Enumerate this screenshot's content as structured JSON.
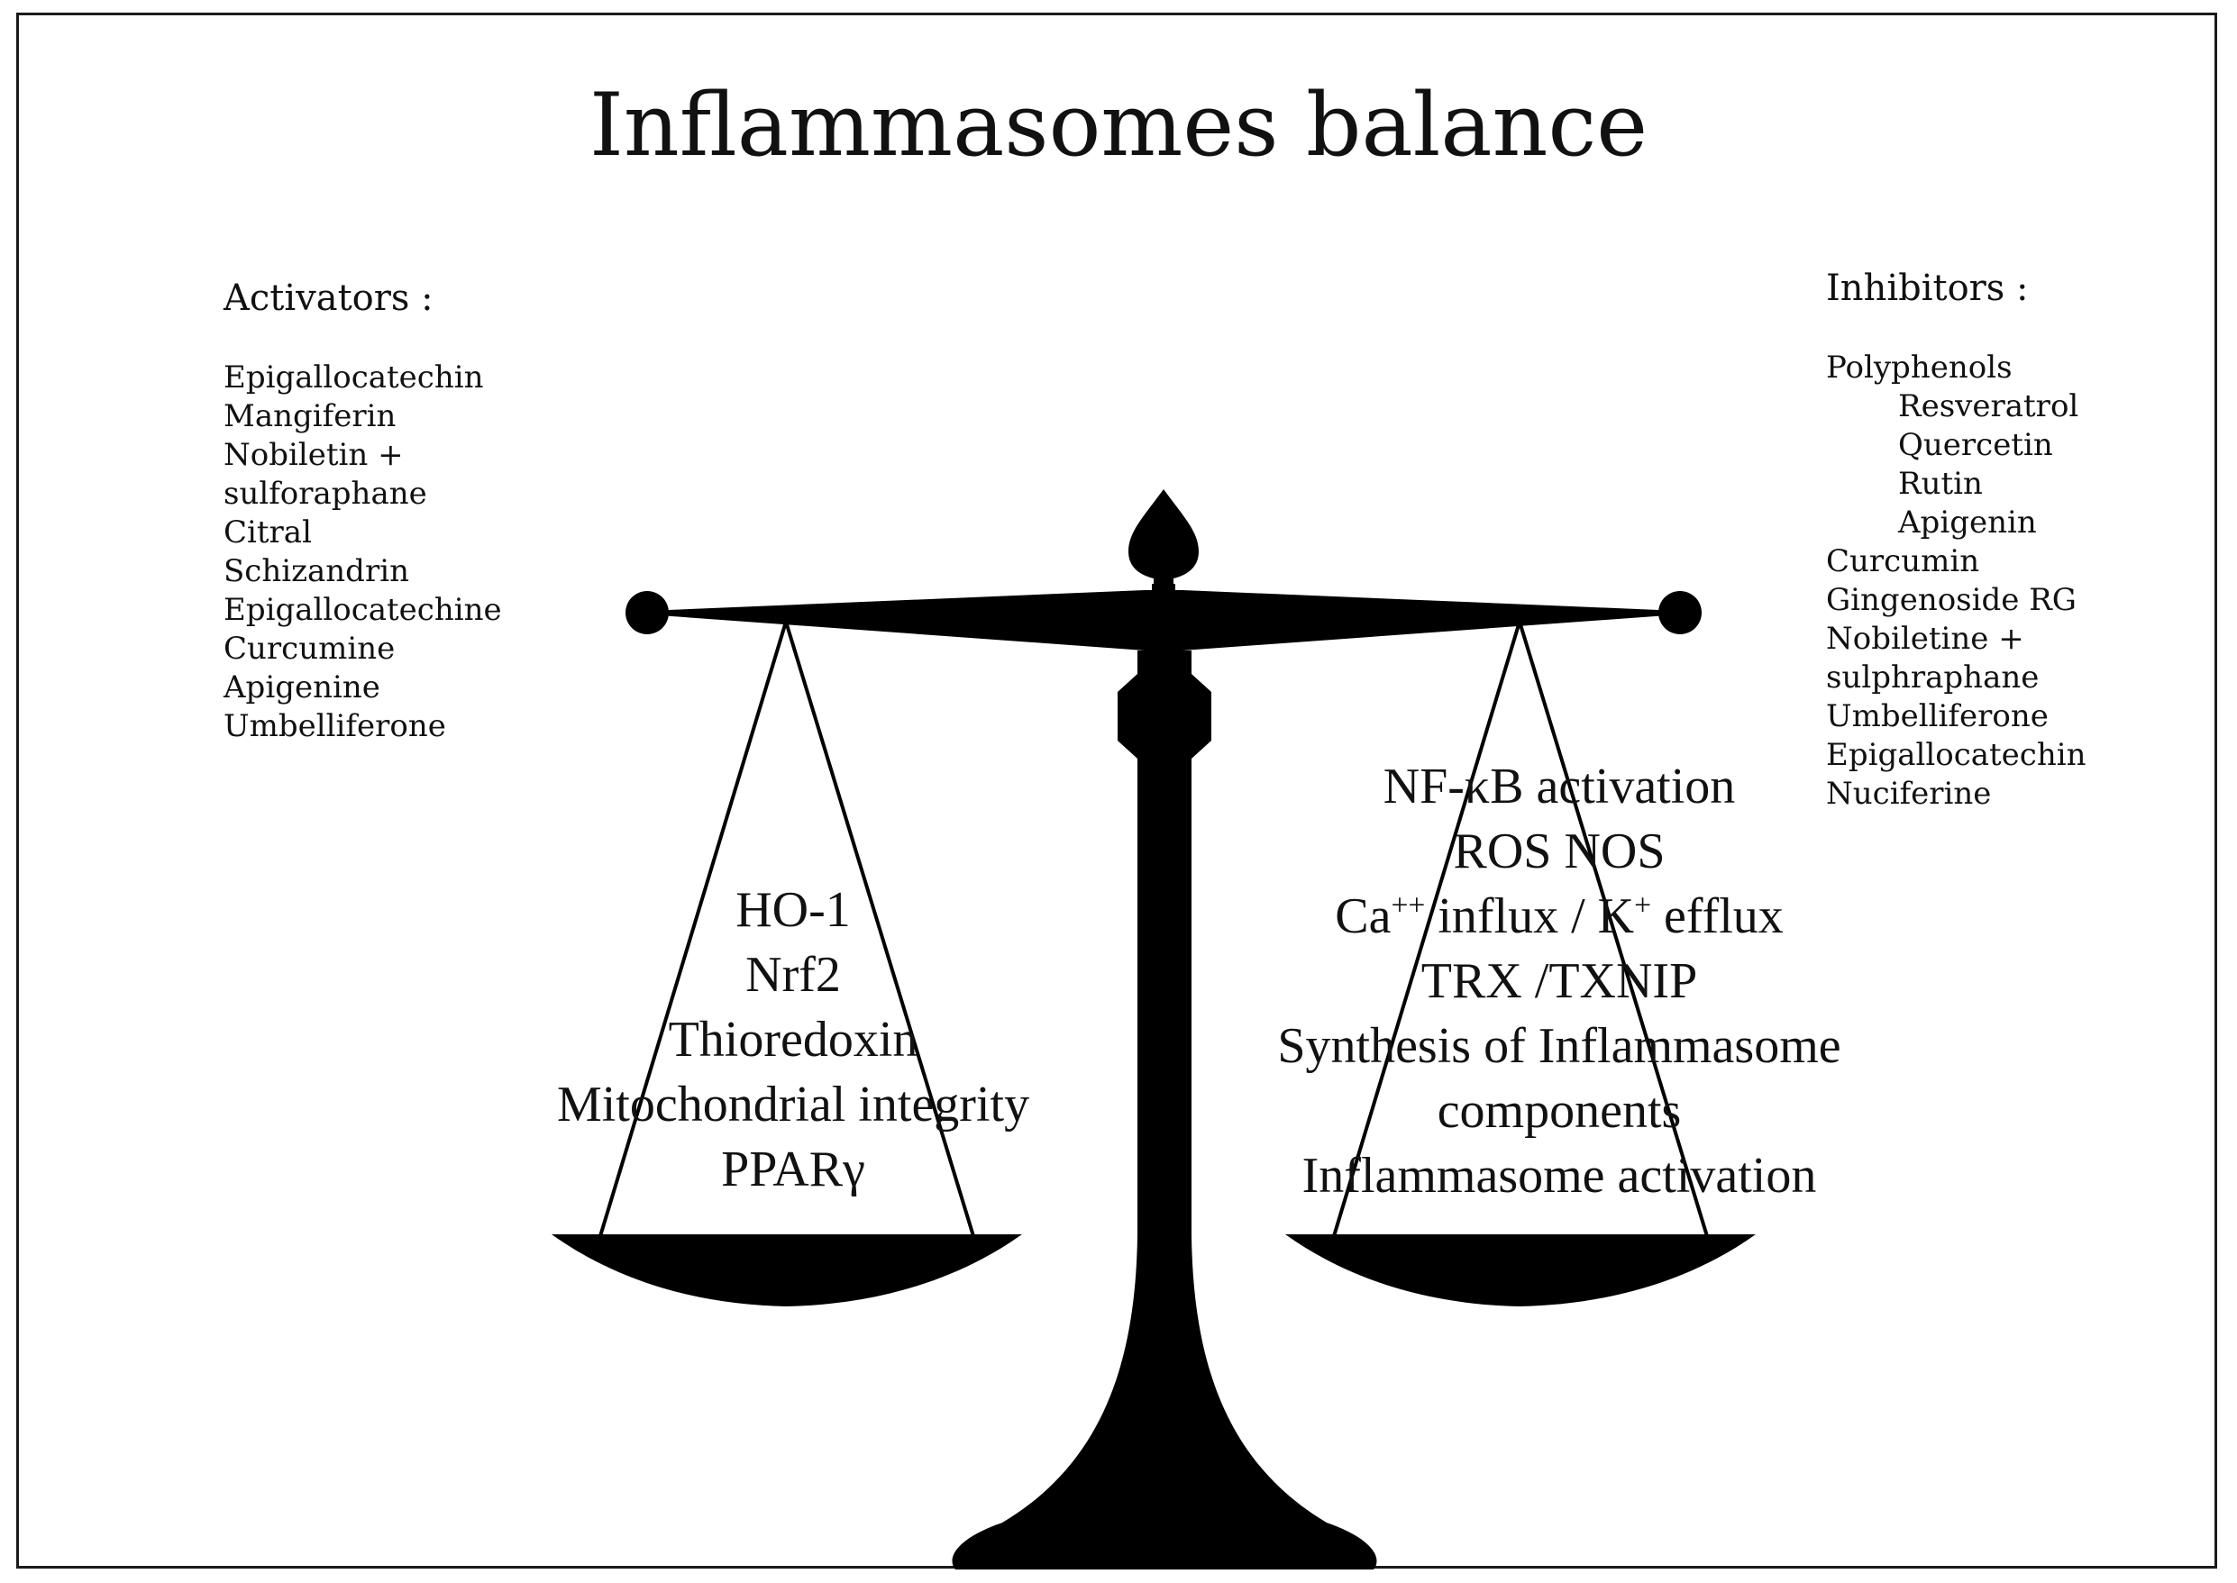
{
  "title": "Inflammasomes balance",
  "activators": {
    "heading": "Activators :",
    "items": [
      "Epigallocatechin",
      "Mangiferin",
      "Nobiletin +",
      "sulforaphane",
      "Citral",
      "Schizandrin",
      "Epigallocatechine",
      "Curcumine",
      "Apigenine",
      "Umbelliferone"
    ]
  },
  "inhibitors": {
    "heading": "Inhibitors :",
    "items": [
      {
        "text": "Polyphenols",
        "indent": false
      },
      {
        "text": "Resveratrol",
        "indent": true
      },
      {
        "text": "Quercetin",
        "indent": true
      },
      {
        "text": "Rutin",
        "indent": true
      },
      {
        "text": "Apigenin",
        "indent": true
      },
      {
        "text": "Curcumin",
        "indent": false
      },
      {
        "text": "Gingenoside RG",
        "indent": false
      },
      {
        "text": "Nobiletine +",
        "indent": false
      },
      {
        "text": "sulphraphane",
        "indent": false
      },
      {
        "text": "Umbelliferone",
        "indent": false
      },
      {
        "text": "Epigallocatechin",
        "indent": false
      },
      {
        "text": "Nuciferine",
        "indent": false
      }
    ]
  },
  "left_pan": {
    "lines": [
      "HO-1",
      "Nrf2",
      "Thioredoxin",
      "Mitochondrial integrity",
      "PPARγ"
    ]
  },
  "right_pan": {
    "line1": "NF-κB activation",
    "line2": "ROS NOS",
    "line3": {
      "a": "Ca",
      "sup1": "++",
      "b": " influx / K",
      "sup2": "+",
      "c": " efflux"
    },
    "line4": "TRX /TXNIP",
    "line5": "Synthesis of Inflammasome",
    "line6": "components",
    "line7": "Inflammasome activation"
  },
  "colors": {
    "scale": "#000000",
    "text": "#111111",
    "frame": "#1a1a1a"
  }
}
